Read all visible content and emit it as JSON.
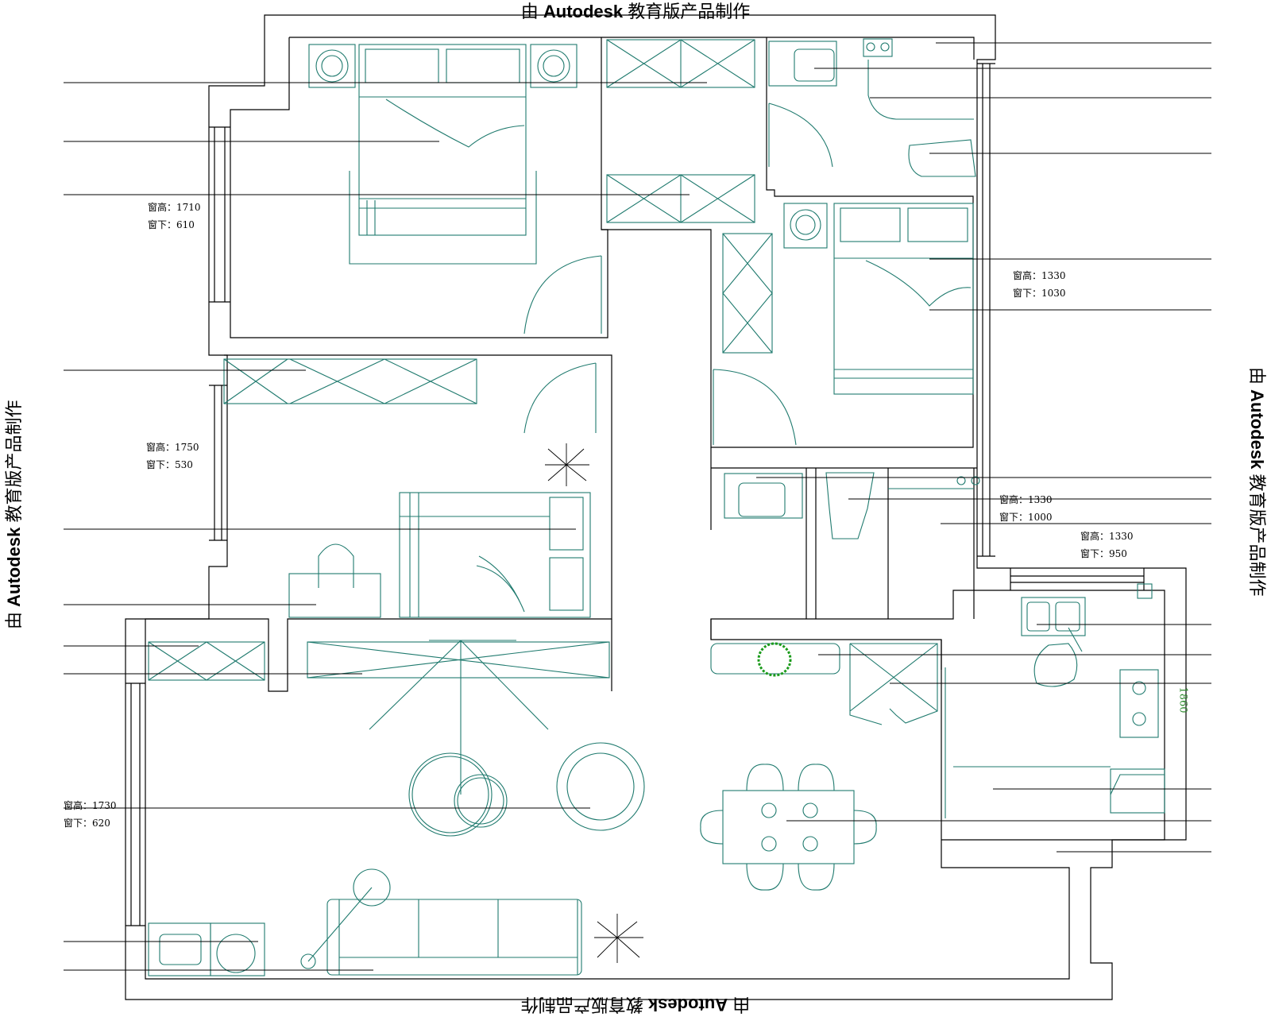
{
  "watermark": {
    "prefix": "由",
    "brand": "Autodesk",
    "suffix": "教育版产品制作"
  },
  "window_notes": [
    {
      "id": "master-bedroom-window",
      "height": "窗高：1710",
      "sill": "窗下：610"
    },
    {
      "id": "second-bedroom-window",
      "height": "窗高：1750",
      "sill": "窗下：530"
    },
    {
      "id": "living-room-window",
      "height": "窗高：1730",
      "sill": "窗下：620"
    },
    {
      "id": "east-bedroom-window",
      "height": "窗高：1330",
      "sill": "窗下：1030"
    },
    {
      "id": "bathroom-window",
      "height": "窗高：1330",
      "sill": "窗下：1000"
    },
    {
      "id": "kitchen-window",
      "height": "窗高：1330",
      "sill": "窗下：950"
    }
  ],
  "dimension_label": "1860",
  "colors": {
    "wall": "#000000",
    "furniture": "#1f7a6e",
    "plant": "#1a9a1a",
    "dimension": "#2e8b2e"
  }
}
